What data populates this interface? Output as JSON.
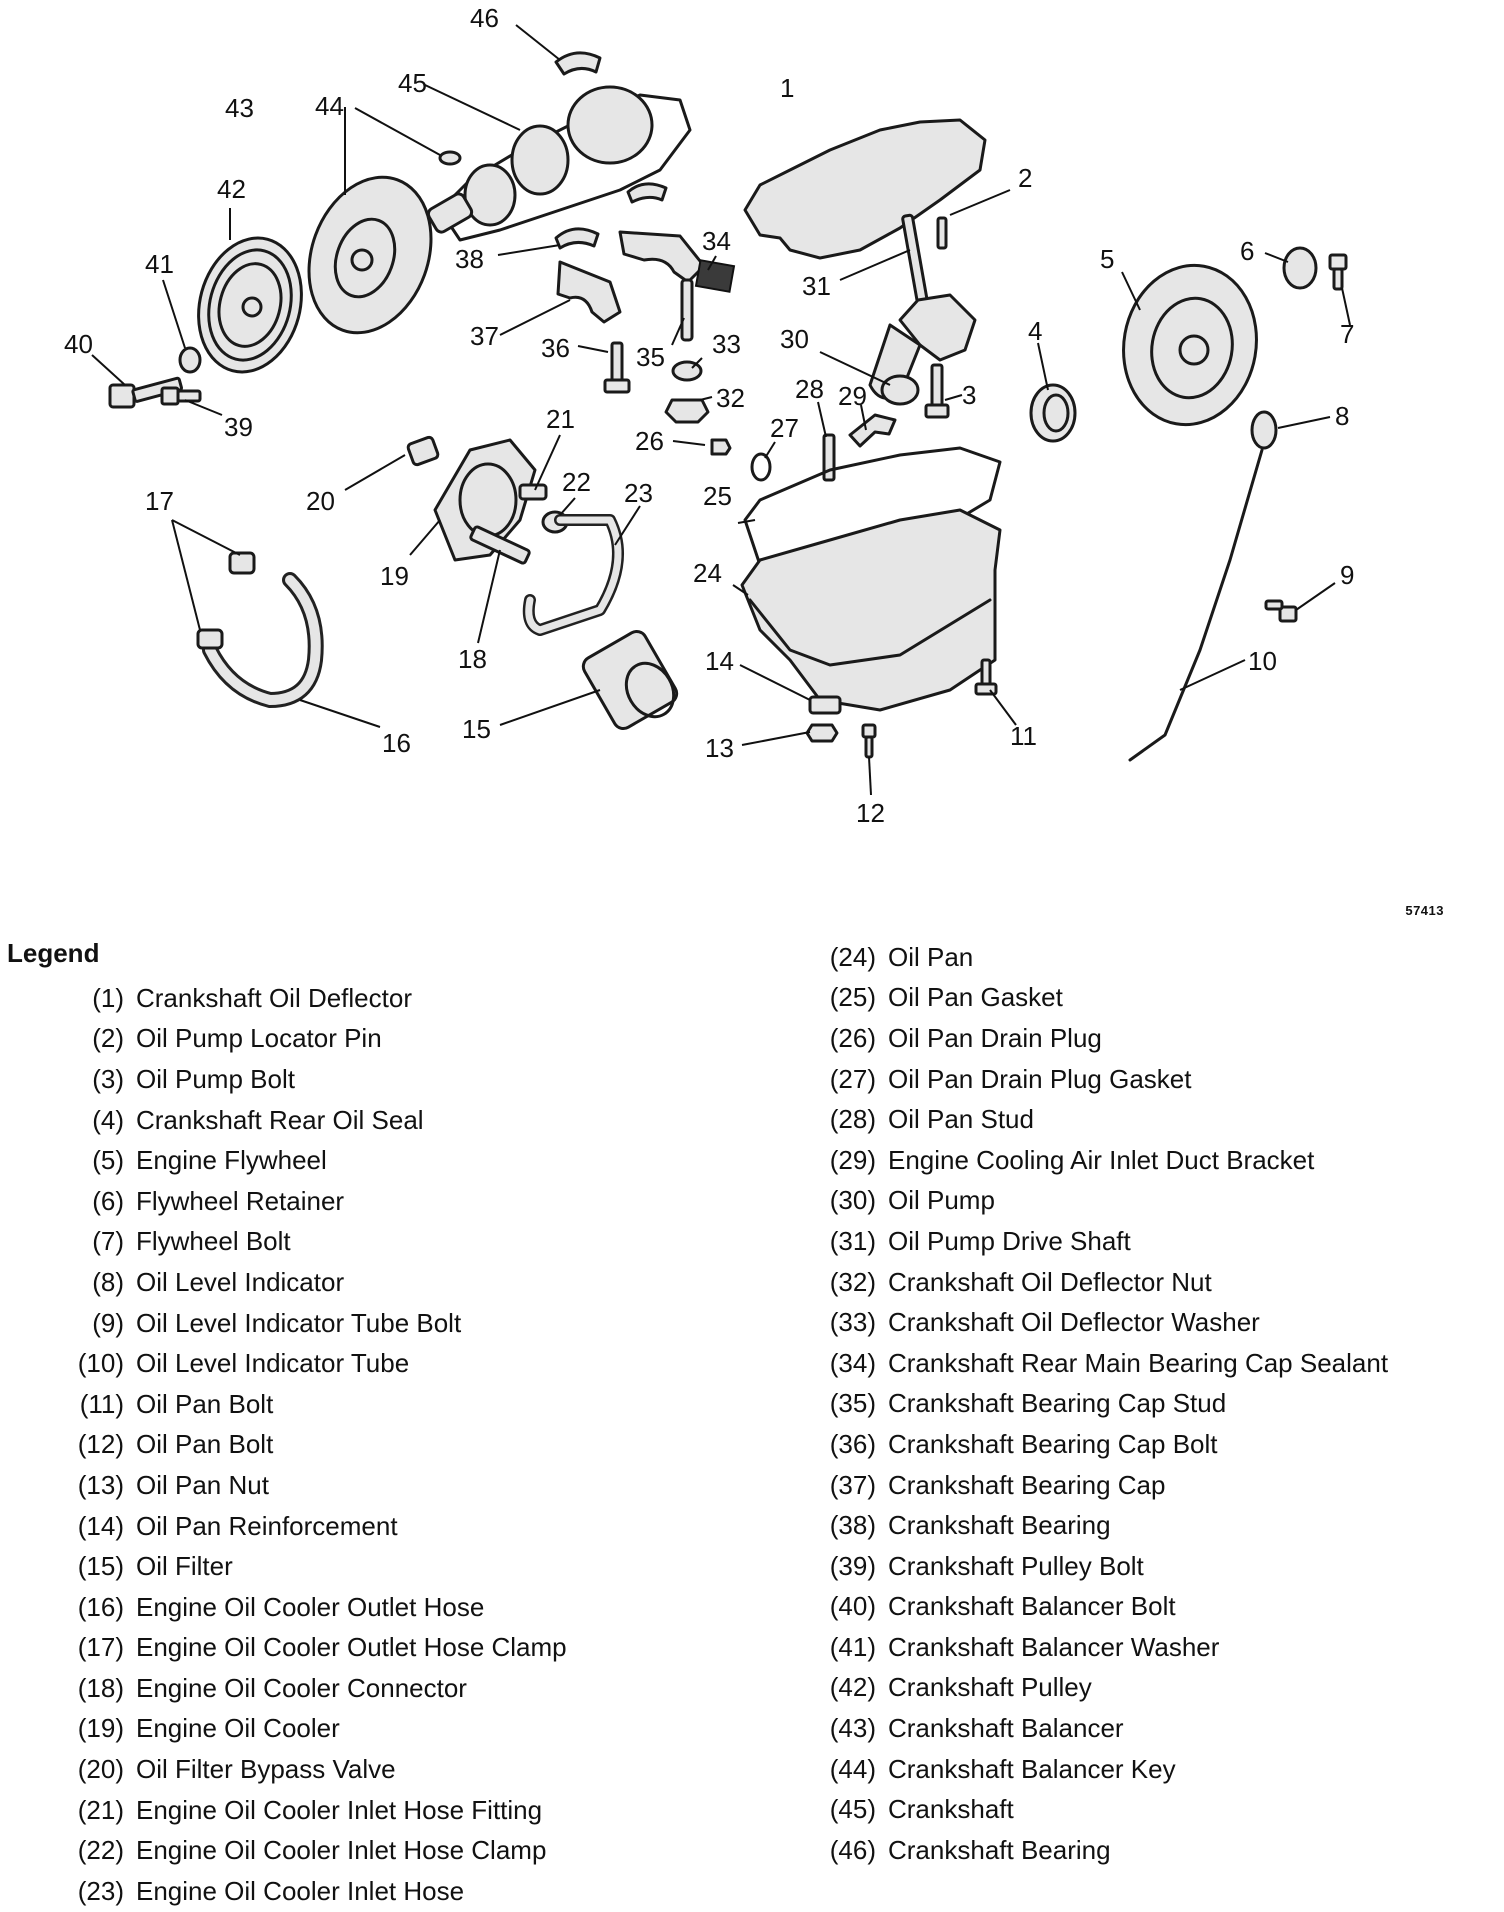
{
  "figure_code": "57413",
  "legend": {
    "heading": "Legend",
    "items": [
      {
        "num": "(1)",
        "label": "Crankshaft Oil Deflector"
      },
      {
        "num": "(2)",
        "label": "Oil Pump Locator Pin"
      },
      {
        "num": "(3)",
        "label": "Oil Pump Bolt"
      },
      {
        "num": "(4)",
        "label": "Crankshaft Rear Oil Seal"
      },
      {
        "num": "(5)",
        "label": "Engine Flywheel"
      },
      {
        "num": "(6)",
        "label": "Flywheel Retainer"
      },
      {
        "num": "(7)",
        "label": "Flywheel Bolt"
      },
      {
        "num": "(8)",
        "label": "Oil Level Indicator"
      },
      {
        "num": "(9)",
        "label": "Oil Level Indicator Tube Bolt"
      },
      {
        "num": "(10)",
        "label": "Oil Level Indicator Tube"
      },
      {
        "num": "(11)",
        "label": "Oil Pan Bolt"
      },
      {
        "num": "(12)",
        "label": "Oil Pan Bolt"
      },
      {
        "num": "(13)",
        "label": "Oil Pan Nut"
      },
      {
        "num": "(14)",
        "label": "Oil Pan Reinforcement"
      },
      {
        "num": "(15)",
        "label": "Oil Filter"
      },
      {
        "num": "(16)",
        "label": "Engine Oil Cooler Outlet Hose"
      },
      {
        "num": "(17)",
        "label": "Engine Oil Cooler Outlet Hose Clamp"
      },
      {
        "num": "(18)",
        "label": "Engine Oil Cooler Connector"
      },
      {
        "num": "(19)",
        "label": "Engine Oil Cooler"
      },
      {
        "num": "(20)",
        "label": "Oil Filter Bypass Valve"
      },
      {
        "num": "(21)",
        "label": "Engine Oil Cooler Inlet Hose Fitting"
      },
      {
        "num": "(22)",
        "label": "Engine Oil Cooler Inlet Hose Clamp"
      },
      {
        "num": "(23)",
        "label": "Engine Oil Cooler Inlet Hose"
      },
      {
        "num": "(24)",
        "label": "Oil Pan"
      },
      {
        "num": "(25)",
        "label": "Oil Pan Gasket"
      },
      {
        "num": "(26)",
        "label": "Oil Pan Drain Plug"
      },
      {
        "num": "(27)",
        "label": "Oil Pan Drain Plug Gasket"
      },
      {
        "num": "(28)",
        "label": "Oil Pan Stud"
      },
      {
        "num": "(29)",
        "label": "Engine Cooling Air Inlet Duct Bracket"
      },
      {
        "num": "(30)",
        "label": "Oil Pump"
      },
      {
        "num": "(31)",
        "label": "Oil Pump Drive Shaft"
      },
      {
        "num": "(32)",
        "label": "Crankshaft Oil Deflector Nut"
      },
      {
        "num": "(33)",
        "label": "Crankshaft Oil Deflector Washer"
      },
      {
        "num": "(34)",
        "label": "Crankshaft Rear Main Bearing Cap Sealant"
      },
      {
        "num": "(35)",
        "label": "Crankshaft Bearing Cap Stud"
      },
      {
        "num": "(36)",
        "label": "Crankshaft Bearing Cap Bolt"
      },
      {
        "num": "(37)",
        "label": "Crankshaft Bearing Cap"
      },
      {
        "num": "(38)",
        "label": "Crankshaft Bearing"
      },
      {
        "num": "(39)",
        "label": "Crankshaft Pulley Bolt"
      },
      {
        "num": "(40)",
        "label": "Crankshaft Balancer Bolt"
      },
      {
        "num": "(41)",
        "label": "Crankshaft Balancer Washer"
      },
      {
        "num": "(42)",
        "label": "Crankshaft Pulley"
      },
      {
        "num": "(43)",
        "label": "Crankshaft Balancer"
      },
      {
        "num": "(44)",
        "label": "Crankshaft Balancer Key"
      },
      {
        "num": "(45)",
        "label": "Crankshaft"
      },
      {
        "num": "(46)",
        "label": "Crankshaft Bearing"
      }
    ]
  },
  "callouts": [
    "1",
    "2",
    "3",
    "4",
    "5",
    "6",
    "7",
    "8",
    "9",
    "10",
    "11",
    "12",
    "13",
    "14",
    "15",
    "16",
    "17",
    "18",
    "19",
    "20",
    "21",
    "22",
    "23",
    "24",
    "25",
    "26",
    "27",
    "28",
    "29",
    "30",
    "31",
    "32",
    "33",
    "34",
    "35",
    "36",
    "37",
    "38",
    "39",
    "40",
    "41",
    "42",
    "43",
    "44",
    "45",
    "46"
  ]
}
